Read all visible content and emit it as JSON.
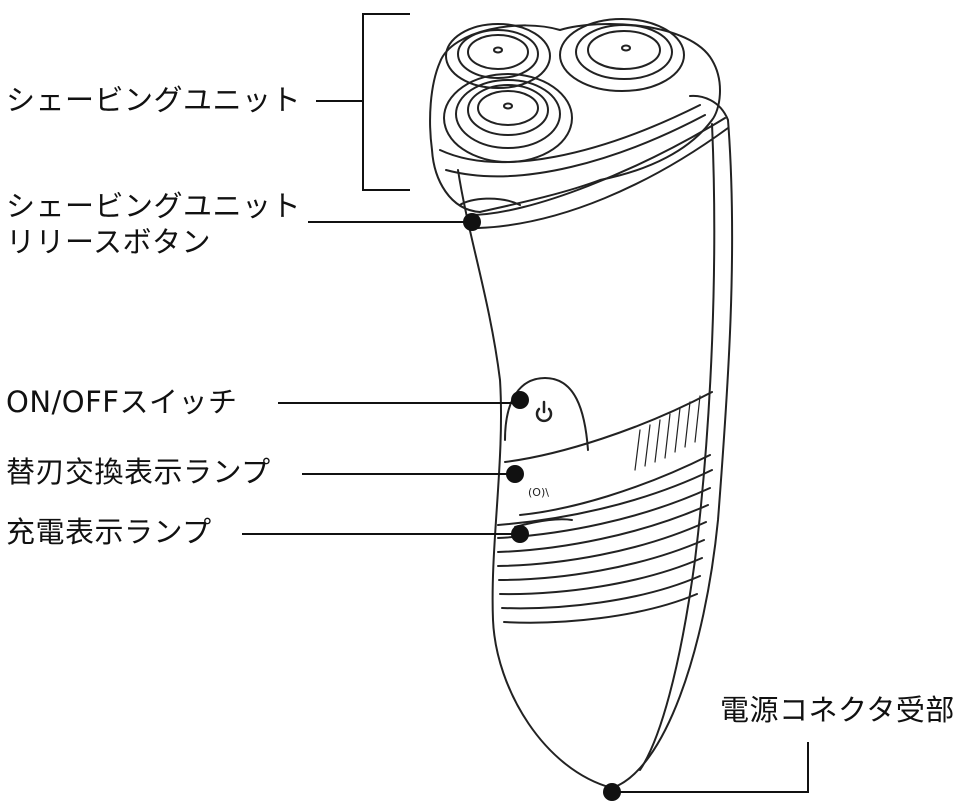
{
  "labels": {
    "shaving_unit": "シェービングユニット",
    "release_line1": "シェービングユニット",
    "release_line2": "リリースボタン",
    "on_off_switch": "ON/OFFスイッチ",
    "blade_lamp": "替刃交換表示ランプ",
    "charge_lamp": "充電表示ランプ",
    "power_connector": "電源コネクタ受部"
  },
  "device_marks": {
    "lamp_text": "(O)\\"
  },
  "colors": {
    "line": "#111111",
    "background": "#ffffff",
    "dot": "#111111"
  },
  "icons": [
    "power-icon"
  ]
}
